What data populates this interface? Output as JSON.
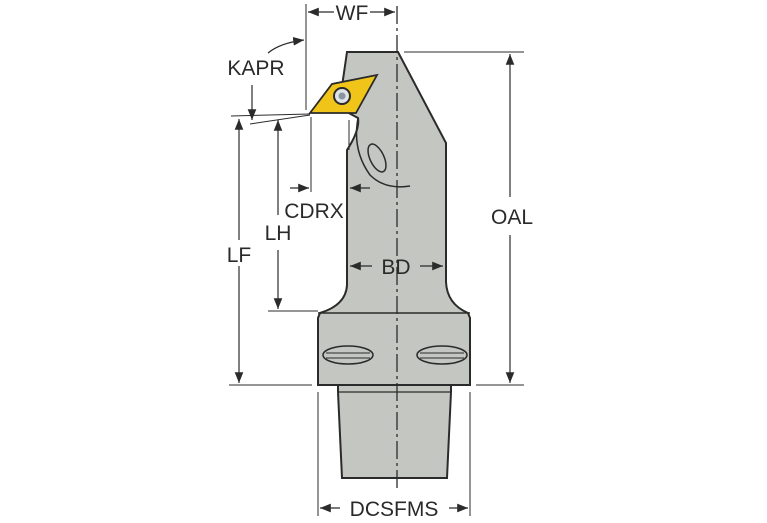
{
  "diagram": {
    "title": "Boring bar tool holder dimension drawing",
    "colors": {
      "body": "#c4c6c2",
      "outline": "#2b2b2b",
      "insert": "#f0c419",
      "dimension": "#2b2b2b"
    },
    "labels": {
      "wf": "WF",
      "kapr": "KAPR",
      "cdrx": "CDRX",
      "lh": "LH",
      "lf": "LF",
      "bd": "BD",
      "oal": "OAL",
      "dcsfms": "DCSFMS"
    }
  }
}
